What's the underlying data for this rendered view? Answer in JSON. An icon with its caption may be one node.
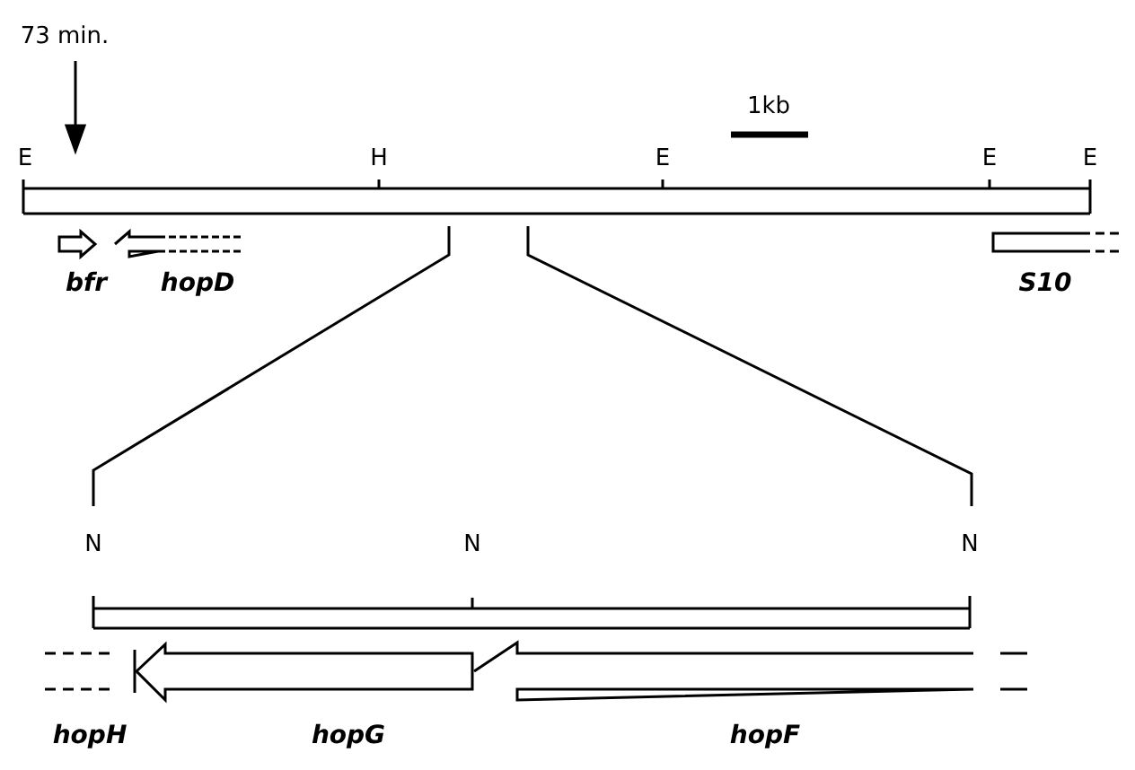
{
  "diagram": {
    "labels": [
      "73 min.",
      "1kb",
      "E",
      "H",
      "E",
      "E",
      "E",
      "bfr",
      "hopD",
      "S10",
      "N",
      "N",
      "N",
      "hopH",
      "hopG",
      "hopF"
    ]
  }
}
